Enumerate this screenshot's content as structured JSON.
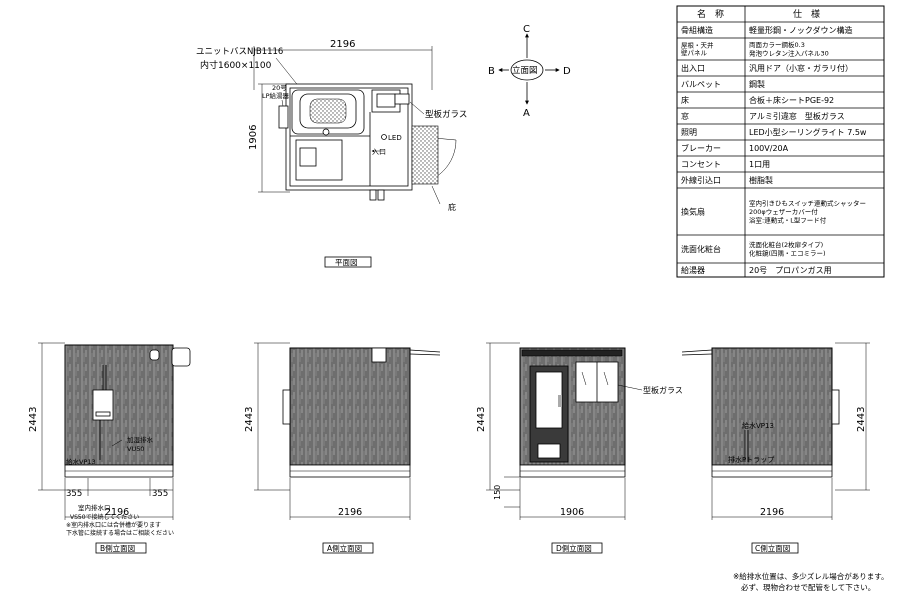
{
  "spec_table": {
    "header_name": "名　称",
    "header_spec": "仕　様",
    "rows": [
      {
        "name": "骨組構造",
        "spec": "軽量形鋼・ノックダウン構造"
      },
      {
        "name": "屋根・天井\n壁パネル",
        "spec": "両面カラー鋼板0.3\n発泡ウレタン注入パネル30"
      },
      {
        "name": "出入口",
        "spec": "汎用ドア（小窓・ガラリ付）"
      },
      {
        "name": "バルペット",
        "spec": "鋼製"
      },
      {
        "name": "床",
        "spec": "合板＋床シートPGE-92"
      },
      {
        "name": "窓",
        "spec": "アルミ引違窓　型板ガラス"
      },
      {
        "name": "照明",
        "spec": "LED小型シーリングライト 7.5w"
      },
      {
        "name": "ブレーカー",
        "spec": "100V/20A"
      },
      {
        "name": "コンセント",
        "spec": "1口用"
      },
      {
        "name": "外線引込口",
        "spec": "樹脂製"
      },
      {
        "name": "換気扇",
        "spec": "室内引きひもスイッチ連動式シャッター\n200φウェザーカバー付\n浴室:連動式・L型フード付"
      },
      {
        "name": "洗面化粧台",
        "spec": "洗面化粧台(2枚扉タイプ)\n化粧鏡(四隅・エコミラー)"
      },
      {
        "name": "給湯器",
        "spec": "20号　プロパンガス用"
      }
    ]
  },
  "plan": {
    "unit_bath_label": "ユニットバスNJB1116",
    "unit_bath_size": "内寸1600×1100",
    "width_dim": "2196",
    "depth_dim": "1906",
    "lp_label": "20号\nLP給湯器",
    "glass_label": "型板ガラス",
    "entry_label": "入口",
    "led_label": "LED",
    "eave_label": "庇",
    "view_label": "平面図"
  },
  "compass": {
    "top": "C",
    "bottom": "A",
    "left": "B",
    "right": "D",
    "center": "立面図"
  },
  "elevations": [
    {
      "id": "B",
      "view_label": "B側立面図",
      "height_dim": "2443",
      "width_dim": "2196",
      "left_dim": "355",
      "right_dim": "355",
      "labels": [
        "加湿排水\nVU50",
        "給水VP13"
      ],
      "note_title": "室内排水口",
      "note_text": "VS50で接続してください\n※室内排水口には合併槽が要ります\n下水管に接続する場合はご相談ください"
    },
    {
      "id": "A",
      "view_label": "A側立面図",
      "height_dim": "2443",
      "width_dim": "2196"
    },
    {
      "id": "D",
      "view_label": "D側立面図",
      "height_dim": "2443",
      "width_dim": "1906",
      "base_dim": "150",
      "labels": [
        "型板ガラス"
      ]
    },
    {
      "id": "C",
      "view_label": "C側立面図",
      "height_dim": "2443",
      "width_dim": "2196",
      "labels": [
        "給水VP13",
        "排水Pトラップ"
      ]
    }
  ],
  "footer_note": "※給排水位置は、多少ズレル場合があります。\n必ず、現物合わせで配管をして下さい。"
}
